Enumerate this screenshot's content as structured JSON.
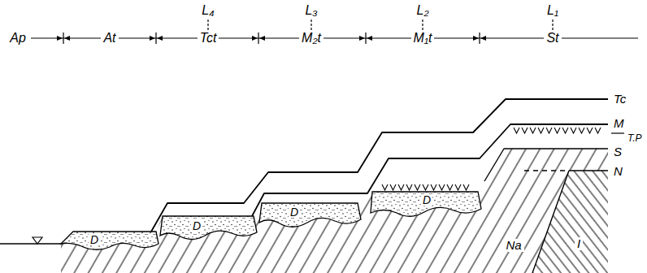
{
  "diagram": {
    "labels": [
      "L₄",
      "L₃",
      "L₂",
      "L₁",
      "Ap",
      "At",
      "Tct",
      "M₂t",
      "M₁t",
      "St",
      "Tc",
      "M",
      "T.P",
      "S",
      "N",
      "D",
      "D",
      "D",
      "D",
      "I",
      "Na"
    ]
  }
}
